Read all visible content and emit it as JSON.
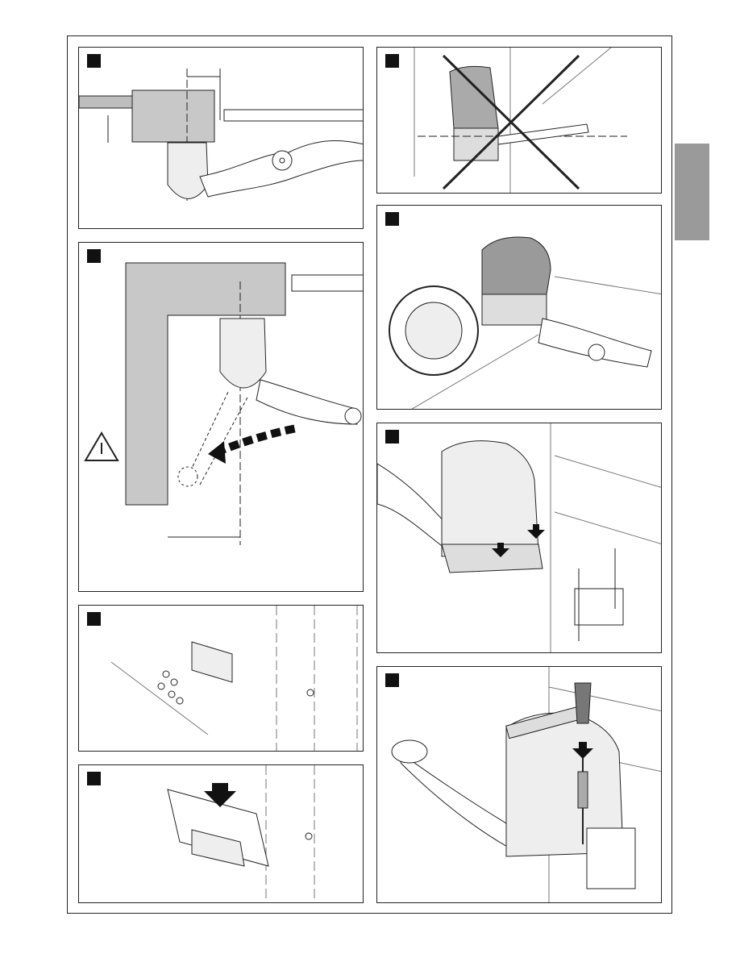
{
  "page": {
    "accent_tab_color": "#9a9a9a",
    "ink_color": "#222222"
  },
  "figures": [
    {
      "id": "fig-1",
      "icons": [
        "measurement-dimension-icon",
        "motor-arm-icon"
      ]
    },
    {
      "id": "fig-2",
      "icons": [
        "warning-triangle-icon",
        "rotation-arrow-icon",
        "dimension-icon"
      ]
    },
    {
      "id": "fig-3",
      "icons": [
        "bracket-icon",
        "screw-icon"
      ]
    },
    {
      "id": "fig-4",
      "icons": [
        "spirit-level-icon",
        "down-arrow-icon"
      ]
    },
    {
      "id": "fig-5",
      "icons": [
        "wrong-install-cross-icon"
      ]
    },
    {
      "id": "fig-6",
      "icons": [
        "gear-limit-detail-icon"
      ]
    },
    {
      "id": "fig-7",
      "icons": [
        "bolt-icon",
        "down-arrow-icon"
      ]
    },
    {
      "id": "fig-8",
      "icons": [
        "hammer-icon",
        "screwdriver-icon",
        "down-arrow-icon"
      ]
    }
  ]
}
